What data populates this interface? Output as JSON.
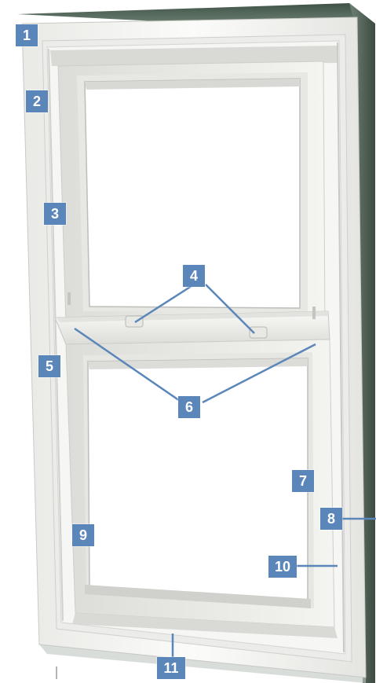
{
  "callouts": [
    {
      "number": "1"
    },
    {
      "number": "2"
    },
    {
      "number": "3"
    },
    {
      "number": "4"
    },
    {
      "number": "5"
    },
    {
      "number": "6"
    },
    {
      "number": "7"
    },
    {
      "number": "8"
    },
    {
      "number": "9"
    },
    {
      "number": "10"
    },
    {
      "number": "11"
    }
  ],
  "colors": {
    "callout_fill": "#5b86ba",
    "callout_text": "#ffffff",
    "leader_line": "#5b86ba",
    "wall_shadow": "#4a5a4f",
    "frame_white": "#f7f7f5",
    "glass": "#ffffff"
  }
}
